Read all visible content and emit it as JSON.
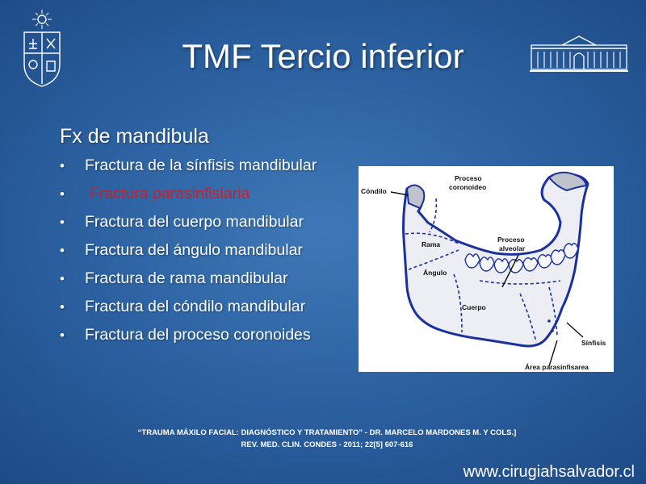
{
  "slide": {
    "title": "TMF Tercio inferior",
    "subheading": "Fx de mandibula",
    "bullets": [
      {
        "text": "Fractura de la sínfisis mandibular"
      },
      {
        "text": "Fractura parasinfisiaria"
      },
      {
        "text": "Fractura del cuerpo mandibular"
      },
      {
        "text": "Fractura del ángulo mandibular"
      },
      {
        "text": "Fractura de rama mandibular"
      },
      {
        "text": "Fractura del cóndilo mandibular"
      },
      {
        "text": "Fractura del proceso coronoides"
      }
    ],
    "bullet_glyph": "•",
    "highlight_color": "#c8202a"
  },
  "figure": {
    "labels": {
      "condilo": "Cóndilo",
      "proceso_coronoideo_1": "Proceso",
      "proceso_coronoideo_2": "coronoideo",
      "rama": "Rama",
      "proceso_alveolar_1": "Proceso",
      "proceso_alveolar_2": "alveolar",
      "angulo": "Ángulo",
      "cuerpo": "Cuerpo",
      "sinfisis": "Sínfisis",
      "area_parasinfisarea": "Área parasinfisarea"
    }
  },
  "reference": {
    "line1": "“TRAUMA MÁXILO FACIAL: DIAGNÓSTICO Y TRATAMIENTO” - DR. MARCELO MARDONES M. Y COLS.]",
    "line2": "REV. MED. CLIN. CONDES - 2011;  22[5] 607-616"
  },
  "website": "www.cirugiahsalvador.cl",
  "colors": {
    "background": "#2d63a3",
    "mandible_stroke": "#1b2f9e",
    "text": "#ffffff"
  }
}
